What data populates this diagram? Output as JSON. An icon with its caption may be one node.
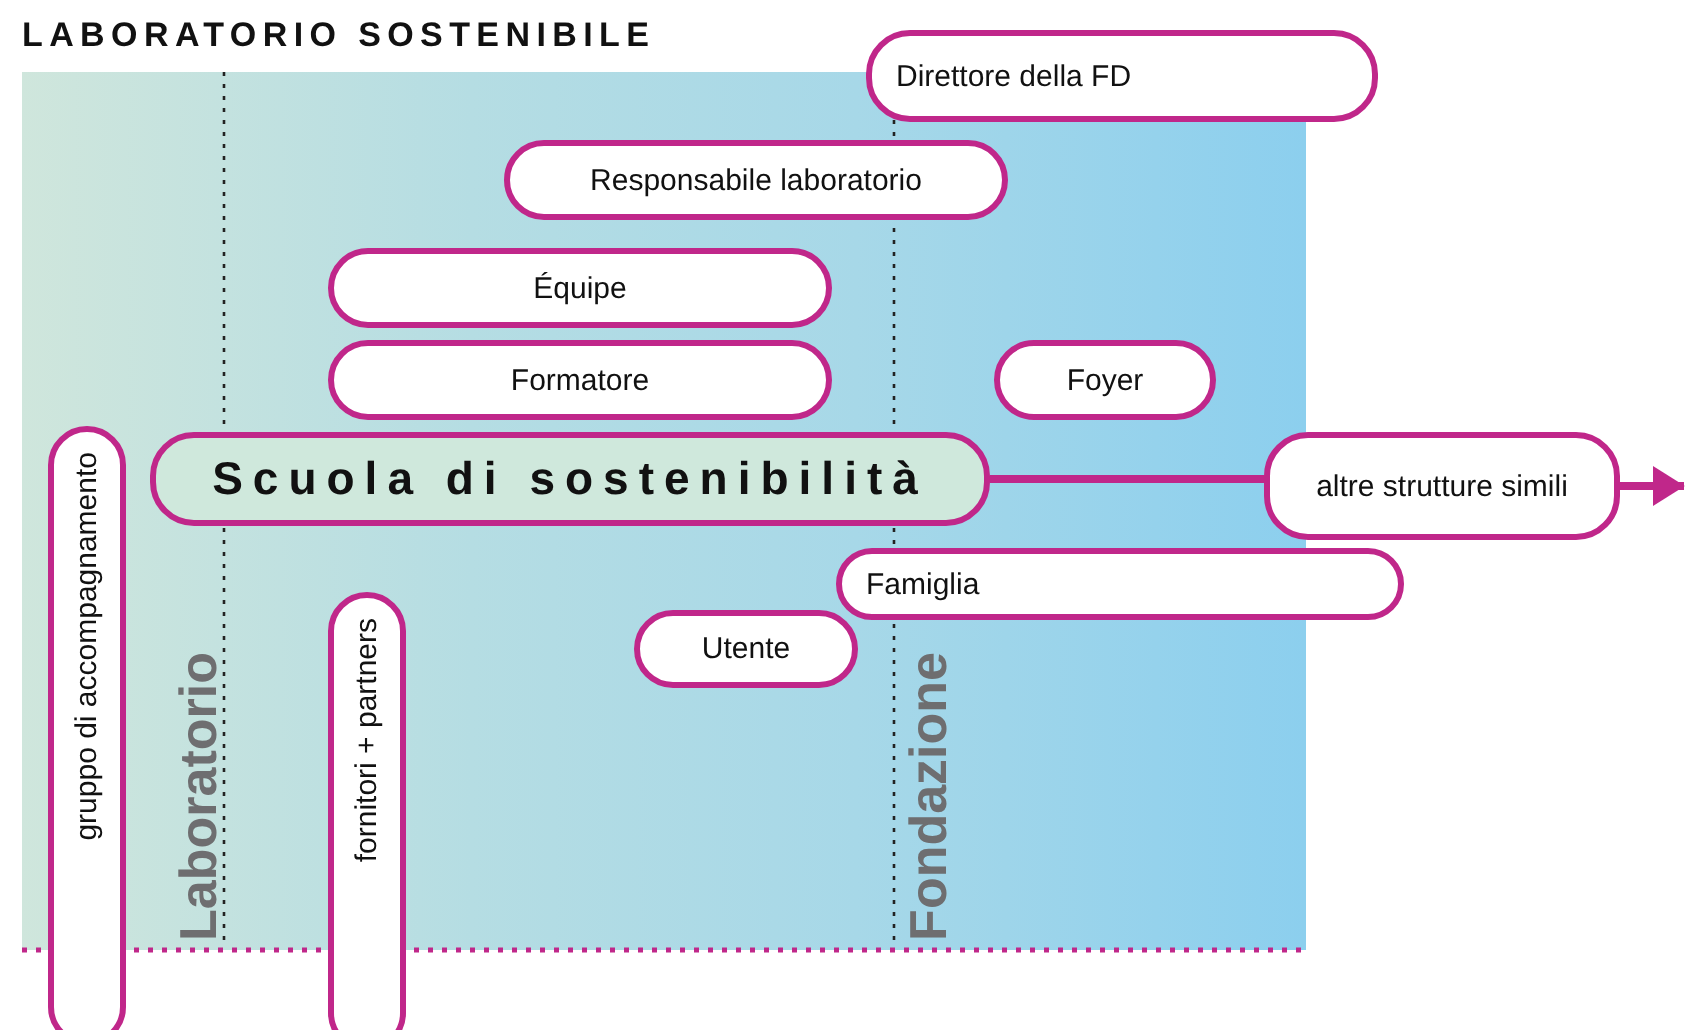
{
  "diagram": {
    "title": "LABORATORIO SOSTENIBILE",
    "nodes": [
      {
        "text": [
          "Direttore della FD"
        ]
      },
      {
        "text": [
          "Responsabile laboratorio"
        ]
      },
      {
        "text": [
          "Équipe"
        ]
      },
      {
        "text": [
          "Formatore"
        ]
      },
      {
        "text": [
          "Foyer"
        ]
      },
      {
        "text": [
          "Scuola di sostenibilità"
        ]
      },
      {
        "text": [
          "altre strutture simili"
        ]
      },
      {
        "text": [
          "Famiglia"
        ]
      },
      {
        "text": [
          "Utente"
        ]
      },
      {
        "text": [
          "gruppo di accompagnamento"
        ]
      },
      {
        "text": [
          "fornitori + partners"
        ]
      }
    ],
    "edges": [
      {
        "from": 5,
        "to": 6,
        "arrow": "none"
      },
      {
        "from": 6,
        "to": null,
        "arrow": "to"
      }
    ],
    "labels": [
      "Laboratorio",
      "Fondazione"
    ]
  }
}
